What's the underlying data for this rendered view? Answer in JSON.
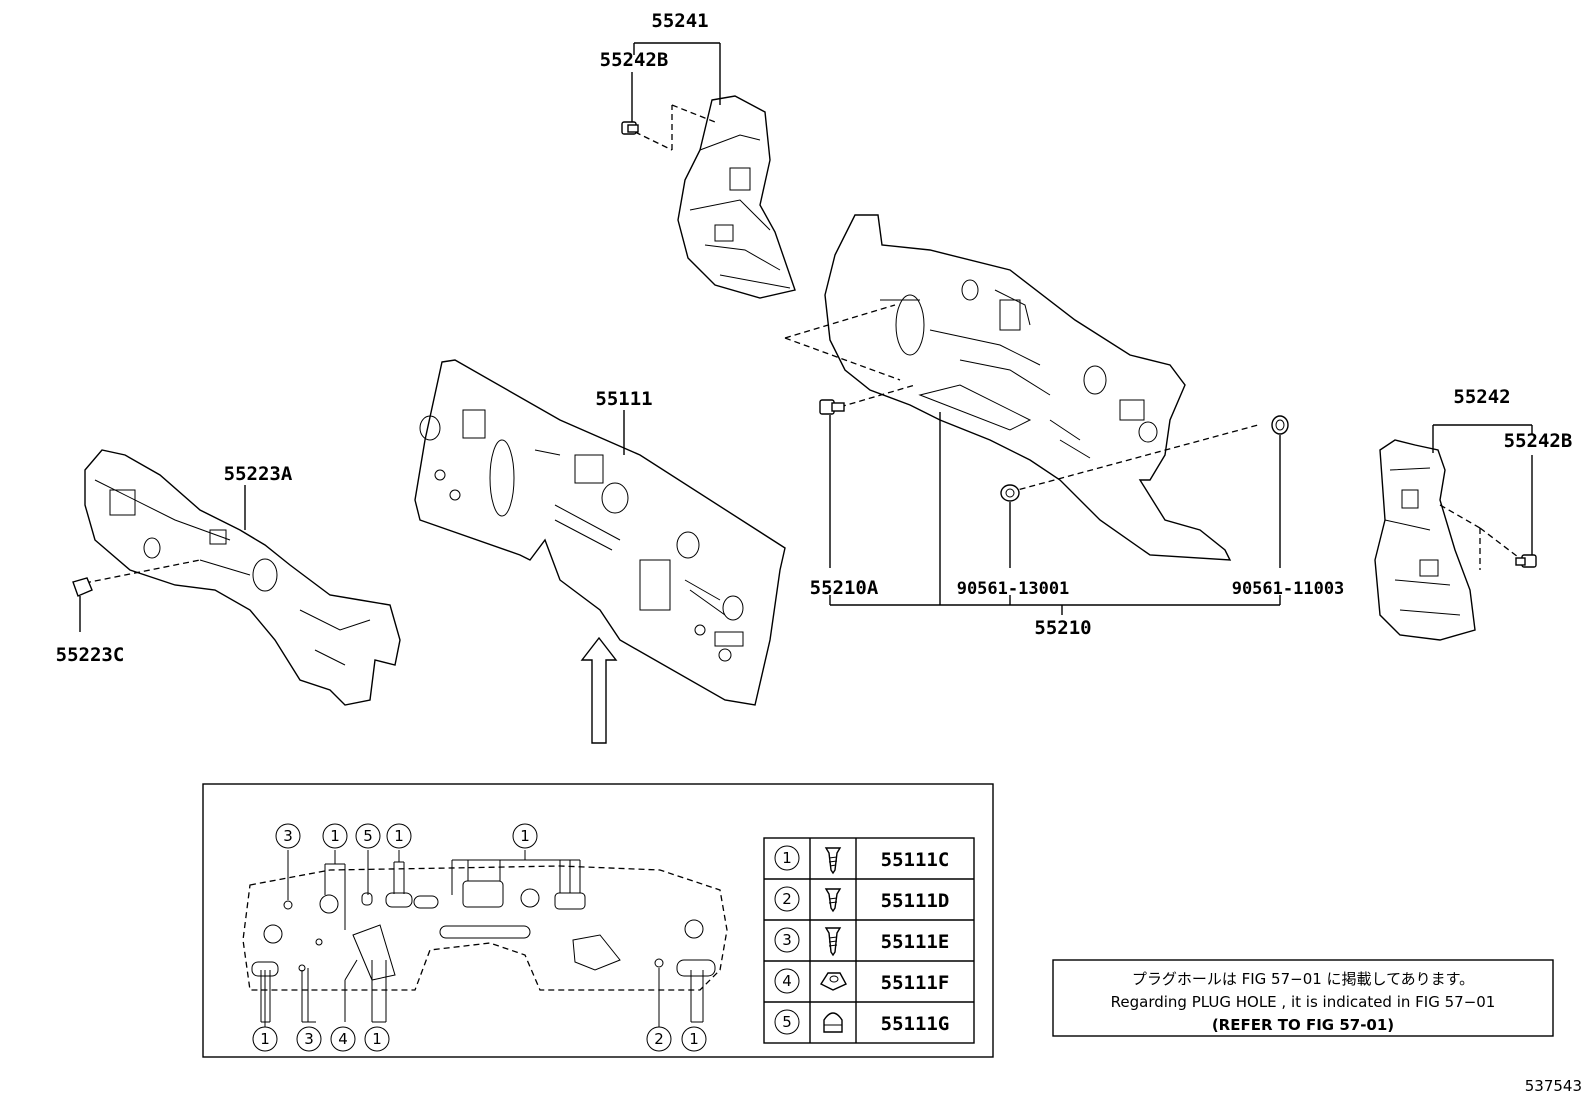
{
  "parts": {
    "p55241": "55241",
    "p55242B_top": "55242B",
    "p55111": "55111",
    "p55223A": "55223A",
    "p55223C": "55223C",
    "p55210A": "55210A",
    "p90561_13001": "90561-13001",
    "p90561_11003": "90561-11003",
    "p55210": "55210",
    "p55242": "55242",
    "p55242B_right": "55242B"
  },
  "inset": {
    "callouts_top": [
      "3",
      "1",
      "5",
      "1",
      "1"
    ],
    "callouts_bottom": [
      "1",
      "3",
      "4",
      "1",
      "2",
      "1"
    ]
  },
  "legend": {
    "rows": [
      {
        "num": "1",
        "icon": "screw-icon",
        "part": "55111C"
      },
      {
        "num": "2",
        "icon": "screw-icon",
        "part": "55111D"
      },
      {
        "num": "3",
        "icon": "screw-icon",
        "part": "55111E"
      },
      {
        "num": "4",
        "icon": "nut-icon",
        "part": "55111F"
      },
      {
        "num": "5",
        "icon": "cap-nut-icon",
        "part": "55111G"
      }
    ]
  },
  "note": {
    "line1": "プラグホールは FIG 57−01 に掲載してあります。",
    "line2": "Regarding  PLUG  HOLE , it is indicated in  FIG  57−01",
    "line3": "(REFER  TO  FIG  57-01)"
  },
  "figure_number": "537543"
}
